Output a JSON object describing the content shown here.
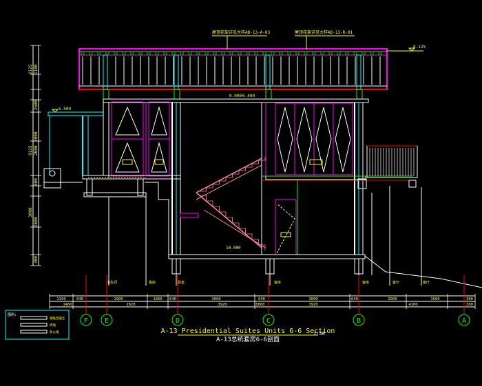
{
  "drawing": {
    "title_en": "A-13 Presidential Suites Units 6-6 Section",
    "title_cn": "A-13总统套房6-6剖面",
    "scale_note": "1:50",
    "ref_left": "屋顶花架详见大样AD-13-A-03",
    "ref_right": "屋顶花架详见大样AD-13-R-01"
  },
  "levels": {
    "roof": "8.125",
    "terrace": "5.500",
    "upper_floor": "0.000",
    "upper_floor_b": "6.400",
    "lower_floor": "10.000"
  },
  "vertical_dims": [
    "2125",
    "1100",
    "2500",
    "9125",
    "3000",
    "2600",
    "400",
    "3000",
    "2600",
    "300"
  ],
  "dim_row1": [
    "1150",
    "640",
    "1900",
    "1060",
    "640",
    "3000",
    "640",
    "3000",
    "640",
    "2000",
    "1500",
    "300"
  ],
  "dim_row2": [
    "1460",
    "2820",
    "3920",
    "3920",
    "4100",
    "300"
  ],
  "dim_total": "18800",
  "grid_axes": [
    "F",
    "E",
    "D",
    "C",
    "B",
    "A"
  ],
  "room_labels": [
    "卫生间",
    "客房",
    "卧室",
    "客房",
    "客房",
    "客厅",
    "客厅"
  ],
  "legend": {
    "title": "图例:",
    "items": [
      "钢筋混凝土",
      "砖墙",
      "防火墙"
    ]
  },
  "colors": {
    "background": "#000000",
    "magenta": "#ff00ff",
    "white": "#ffffff",
    "red": "#ff0000",
    "yellow": "#ffff00",
    "green": "#00ff00",
    "cyan": "#00ffff",
    "pink": "#ff7f9f"
  }
}
